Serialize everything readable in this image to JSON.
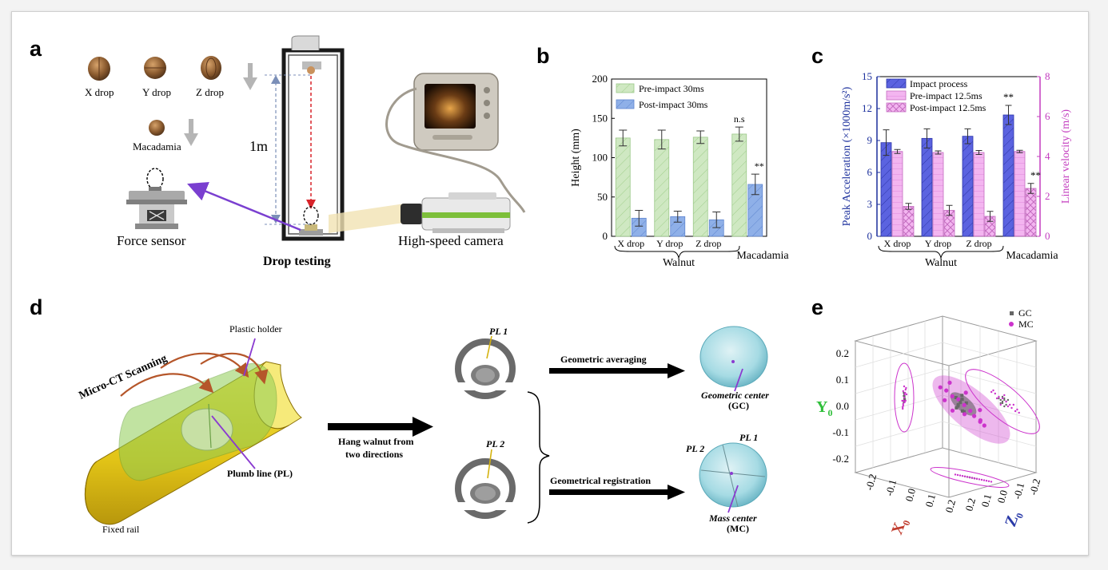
{
  "panel_labels": {
    "a": "a",
    "b": "b",
    "c": "c",
    "d": "d",
    "e": "e"
  },
  "panel_a": {
    "drop_x": "X drop",
    "drop_y": "Y drop",
    "drop_z": "Z drop",
    "macadamia": "Macadamia",
    "height": "1m",
    "force_sensor": "Force sensor",
    "drop_testing": "Drop testing",
    "camera": "High-speed camera"
  },
  "panel_d": {
    "plastic_holder": "Plastic holder",
    "micro_ct": "Micro-CT Scanning",
    "plumb_line": "Plumb line (PL)",
    "fixed_rail": "Fixed rail",
    "hang_line1": "Hang walnut from",
    "hang_line2": "two directions",
    "pl1_top": "PL 1",
    "pl2": "PL 2",
    "pl1_right": "PL 1",
    "pl2_right": "PL 2",
    "geo_avg": "Geometric averaging",
    "geo_reg": "Geometrical registration",
    "gc_name": "Geometric center",
    "gc_abbr": "(GC)",
    "mc_name": "Mass center",
    "mc_abbr": "(MC)"
  },
  "colors": {
    "green_bar": "#cfe8c2",
    "blue_bar": "#8fb0e8",
    "impact_bar": "#5b63e0",
    "pink_bar": "#f3b5f0",
    "magenta_axis": "#c33cbf",
    "navy_axis": "#1b2f9c",
    "rail_yellow": "#e9d21a",
    "holder_green": "#9fcf6a",
    "gc_gray": "#666666",
    "mc_magenta": "#cc33cc"
  },
  "chart_data": [
    {
      "panel": "b",
      "type": "bar",
      "categories": [
        "X drop",
        "Y drop",
        "Z drop",
        "Macadamia"
      ],
      "group_label": "Walnut",
      "ylabel": "Height (mm)",
      "ylim": [
        0,
        200
      ],
      "yticks": [
        0,
        50,
        100,
        150,
        200
      ],
      "series": [
        {
          "name": "Pre-impact 30ms",
          "values": [
            125,
            123,
            126,
            130
          ],
          "errors": [
            10,
            12,
            8,
            9
          ],
          "color": "#cfe8c2"
        },
        {
          "name": "Post-impact 30ms",
          "values": [
            23,
            25,
            21,
            66
          ],
          "errors": [
            10,
            7,
            10,
            13
          ],
          "color": "#8fb0e8"
        }
      ],
      "annotations": [
        {
          "category": "Macadamia",
          "series": "Pre-impact 30ms",
          "text": "n.s"
        },
        {
          "category": "Macadamia",
          "series": "Post-impact 30ms",
          "text": "**"
        }
      ]
    },
    {
      "panel": "c",
      "type": "bar",
      "categories": [
        "X drop",
        "Y drop",
        "Z drop",
        "Macadamia"
      ],
      "group_label": "Walnut",
      "ylabel_left": "Peak Acceleration (×1000m/s²)",
      "ylabel_right": "Linear velocity (m/s)",
      "ylim_left": [
        0,
        15
      ],
      "ylim_right": [
        0,
        8
      ],
      "yticks_left": [
        0,
        3,
        6,
        9,
        12,
        15
      ],
      "yticks_right": [
        0,
        2,
        4,
        6,
        8
      ],
      "series": [
        {
          "name": "Impact process",
          "axis": "left",
          "values": [
            8.8,
            9.2,
            9.4,
            11.4
          ],
          "errors": [
            1.2,
            0.9,
            0.7,
            0.9
          ],
          "color": "#5b63e0"
        },
        {
          "name": "Pre-impact 12.5ms",
          "axis": "right",
          "values": [
            4.25,
            4.2,
            4.2,
            4.25
          ],
          "errors": [
            0.1,
            0.08,
            0.1,
            0.06
          ],
          "color": "#f3b5f0"
        },
        {
          "name": "Post-impact 12.5ms",
          "axis": "right",
          "values": [
            1.5,
            1.3,
            1.0,
            2.4
          ],
          "errors": [
            0.15,
            0.25,
            0.25,
            0.25
          ],
          "color": "#f3b5f0"
        }
      ],
      "annotations": [
        {
          "category": "Macadamia",
          "series": "Impact process",
          "text": "**"
        },
        {
          "category": "Macadamia",
          "series": "Post-impact 12.5ms",
          "text": "**"
        }
      ]
    },
    {
      "panel": "e",
      "type": "scatter",
      "projection": "3d",
      "legend": [
        "GC",
        "MC"
      ],
      "x_label": "X",
      "x_sub": "0",
      "y_label": "Y",
      "y_sub": "0",
      "z_label": "Z",
      "z_sub": "0",
      "y_ticks": [
        "0.2",
        "0.1",
        "0.0",
        "-0.1",
        "-0.2"
      ],
      "x_ticks": [
        "-0.2",
        "-0.1",
        "0.0",
        "0.1",
        "0.2"
      ],
      "z_ticks": [
        "0.2",
        "0.1",
        "0.0",
        "-0.1",
        "-0.2"
      ],
      "y_tick_values": [
        0.2,
        0.1,
        0.0,
        -0.1,
        -0.2
      ],
      "x_tick_values": [
        -0.2,
        -0.1,
        0.0,
        0.1,
        0.2
      ],
      "z_tick_values": [
        0.2,
        0.1,
        0.0,
        -0.1,
        -0.2
      ],
      "series": [
        {
          "name": "GC",
          "color": "#666666",
          "points": [
            [
              0.01,
              0.02,
              0.0
            ],
            [
              0.0,
              0.0,
              0.01
            ],
            [
              -0.01,
              0.01,
              -0.01
            ],
            [
              0.02,
              0.0,
              0.0
            ],
            [
              0.0,
              -0.01,
              0.02
            ],
            [
              0.01,
              0.01,
              0.01
            ],
            [
              -0.02,
              0.02,
              0.0
            ],
            [
              0.0,
              0.03,
              -0.01
            ],
            [
              0.02,
              -0.02,
              0.01
            ],
            [
              -0.01,
              -0.01,
              0.0
            ],
            [
              0.03,
              0.01,
              0.0
            ],
            [
              0.01,
              -0.03,
              -0.01
            ]
          ]
        },
        {
          "name": "MC",
          "color": "#cc33cc",
          "points": [
            [
              -0.06,
              0.06,
              0.04
            ],
            [
              -0.04,
              0.05,
              0.03
            ],
            [
              -0.02,
              0.03,
              0.02
            ],
            [
              0.0,
              0.02,
              0.01
            ],
            [
              0.02,
              0.0,
              0.0
            ],
            [
              0.04,
              -0.02,
              -0.01
            ],
            [
              0.05,
              -0.04,
              -0.02
            ],
            [
              0.07,
              -0.06,
              -0.03
            ],
            [
              -0.03,
              0.02,
              0.05
            ],
            [
              0.03,
              -0.03,
              0.01
            ],
            [
              0.06,
              -0.02,
              -0.04
            ],
            [
              -0.05,
              0.07,
              0.0
            ],
            [
              0.08,
              -0.05,
              -0.02
            ],
            [
              0.01,
              0.04,
              -0.02
            ],
            [
              -0.01,
              -0.02,
              0.03
            ],
            [
              0.09,
              -0.07,
              -0.03
            ]
          ]
        }
      ]
    }
  ]
}
